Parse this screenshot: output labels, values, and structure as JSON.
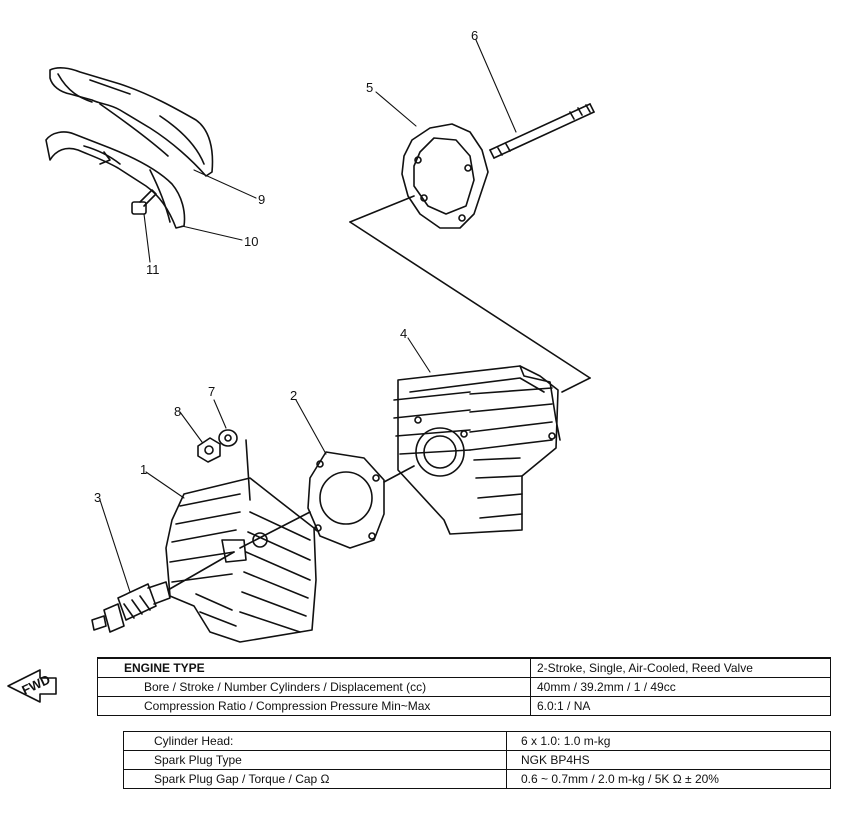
{
  "fwd_label": "FWD",
  "callouts": {
    "p1": "1",
    "p2": "2",
    "p3": "3",
    "p4": "4",
    "p5": "5",
    "p6": "6",
    "p7": "7",
    "p8": "8",
    "p9": "9",
    "p10": "10",
    "p11": "11"
  },
  "engine_table": {
    "header_label": "ENGINE TYPE",
    "header_value": "2-Stroke, Single, Air-Cooled, Reed Valve",
    "rows": [
      {
        "label": "Bore / Stroke / Number Cylinders / Displacement (cc)",
        "value": "40mm / 39.2mm / 1 / 49cc"
      },
      {
        "label": "Compression Ratio / Compression Pressure Min~Max",
        "value": "6.0:1 / NA"
      }
    ]
  },
  "torque_table": {
    "rows": [
      {
        "label": "Cylinder Head:",
        "value": "6 x 1.0: 1.0 m-kg"
      },
      {
        "label": "Spark Plug Type",
        "value": "NGK BP4HS"
      },
      {
        "label": "Spark Plug Gap / Torque / Cap Ω",
        "value": "0.6 ~ 0.7mm / 2.0 m-kg / 5K Ω ± 20%"
      }
    ]
  }
}
